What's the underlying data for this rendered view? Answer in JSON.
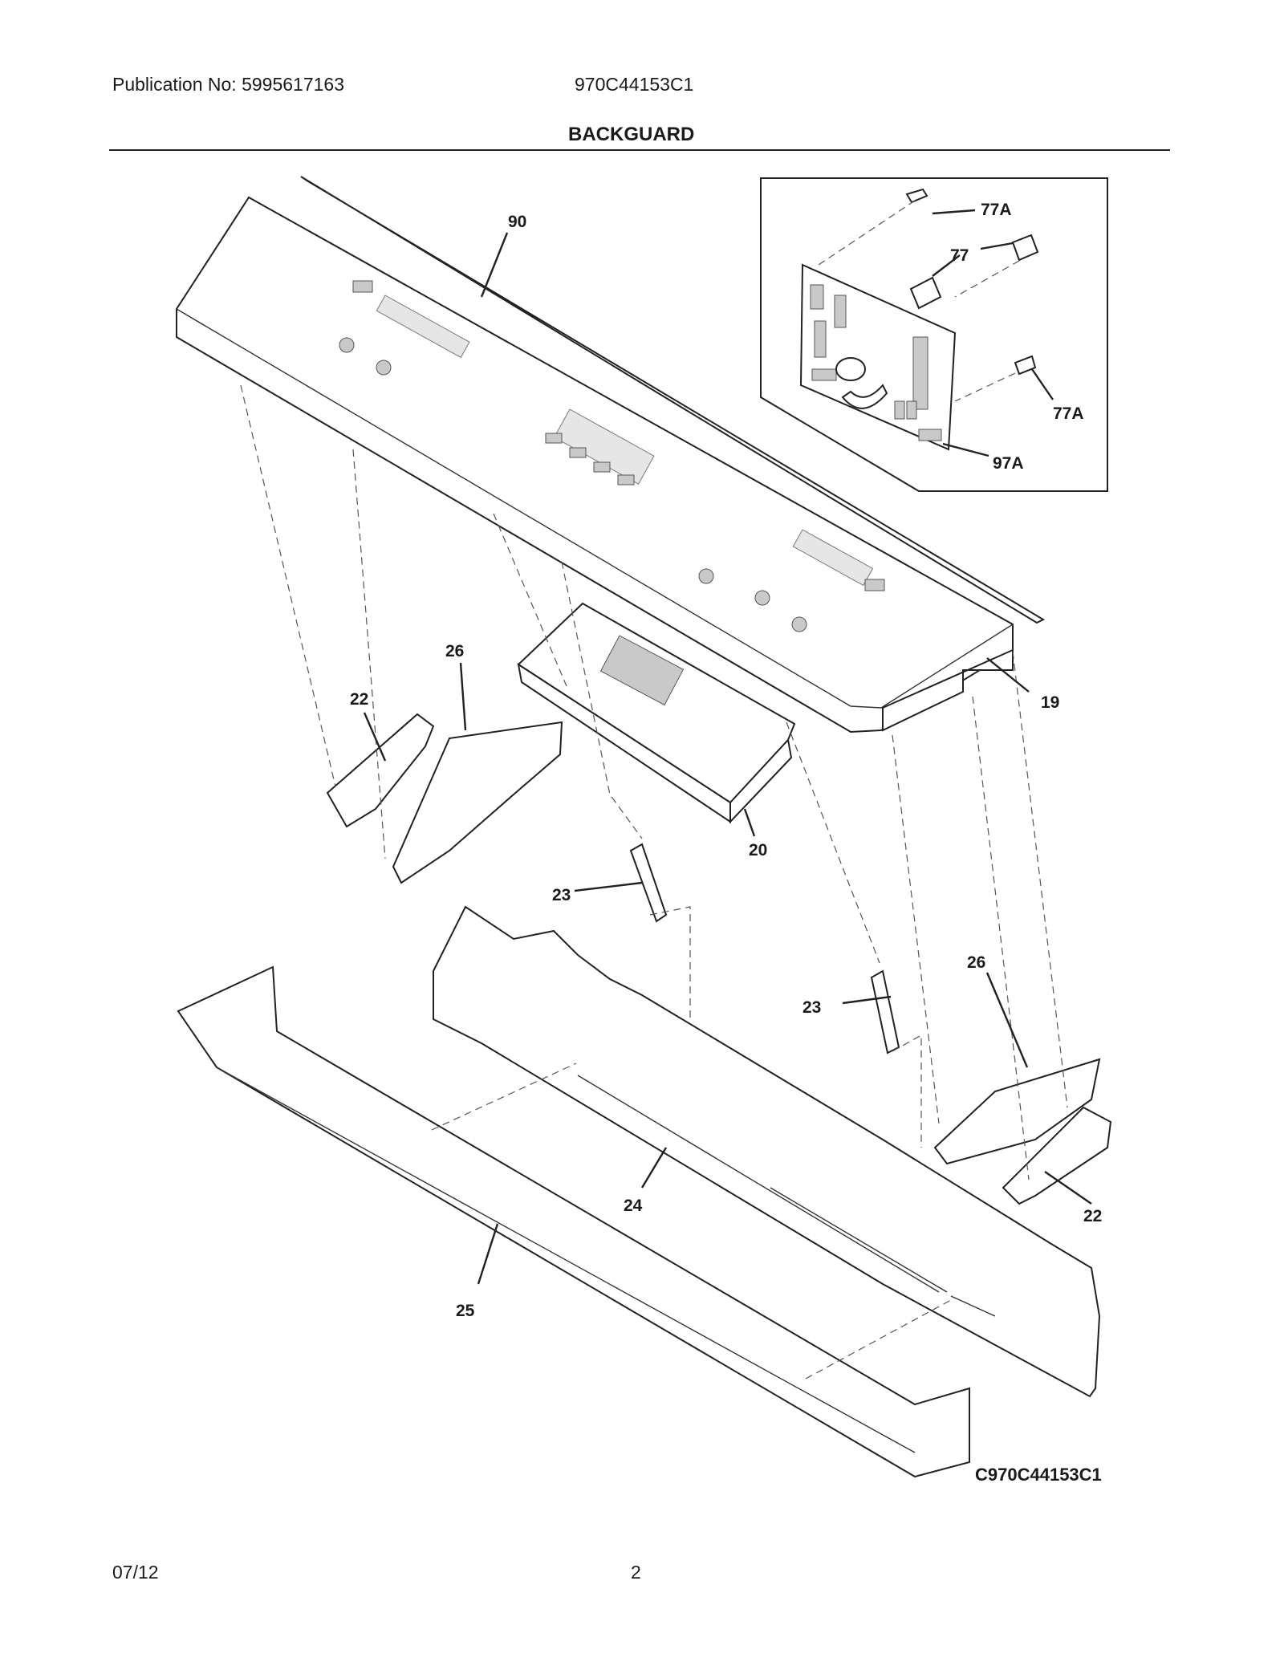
{
  "header": {
    "publication": "Publication No: 5995617163",
    "model": "970C44153C1",
    "title": "BACKGUARD"
  },
  "footer": {
    "date": "07/12",
    "page": "2"
  },
  "diagram": {
    "code": "C970C44153C1",
    "callouts": [
      "90",
      "77A",
      "77",
      "77A",
      "97A",
      "19",
      "26",
      "22",
      "20",
      "23",
      "23",
      "26",
      "22",
      "24",
      "25"
    ]
  }
}
